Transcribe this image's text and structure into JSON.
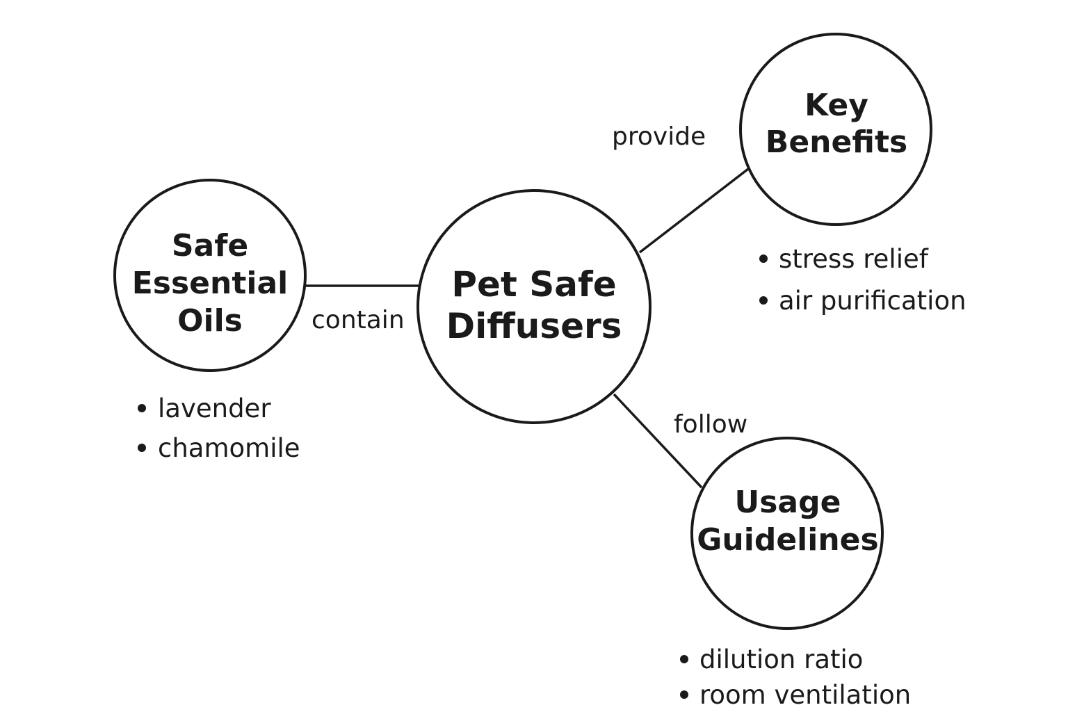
{
  "center": {
    "title_lines": [
      "Pet Safe",
      "Diffusers"
    ]
  },
  "nodes": {
    "oils": {
      "title_lines": [
        "Safe",
        "Essential",
        "Oils"
      ],
      "edge_label": "contain",
      "bullets": [
        "lavender",
        "chamomile"
      ]
    },
    "benefits": {
      "title_lines": [
        "Key",
        "Benefits"
      ],
      "edge_label": "provide",
      "bullets": [
        "stress relief",
        "air purification"
      ]
    },
    "guidelines": {
      "title_lines": [
        "Usage",
        "Guidelines"
      ],
      "edge_label": "follow",
      "bullets": [
        "dilution ratio",
        "room ventilation"
      ]
    }
  },
  "colors": {
    "stroke": "#1a1a1a",
    "background": "#ffffff"
  }
}
